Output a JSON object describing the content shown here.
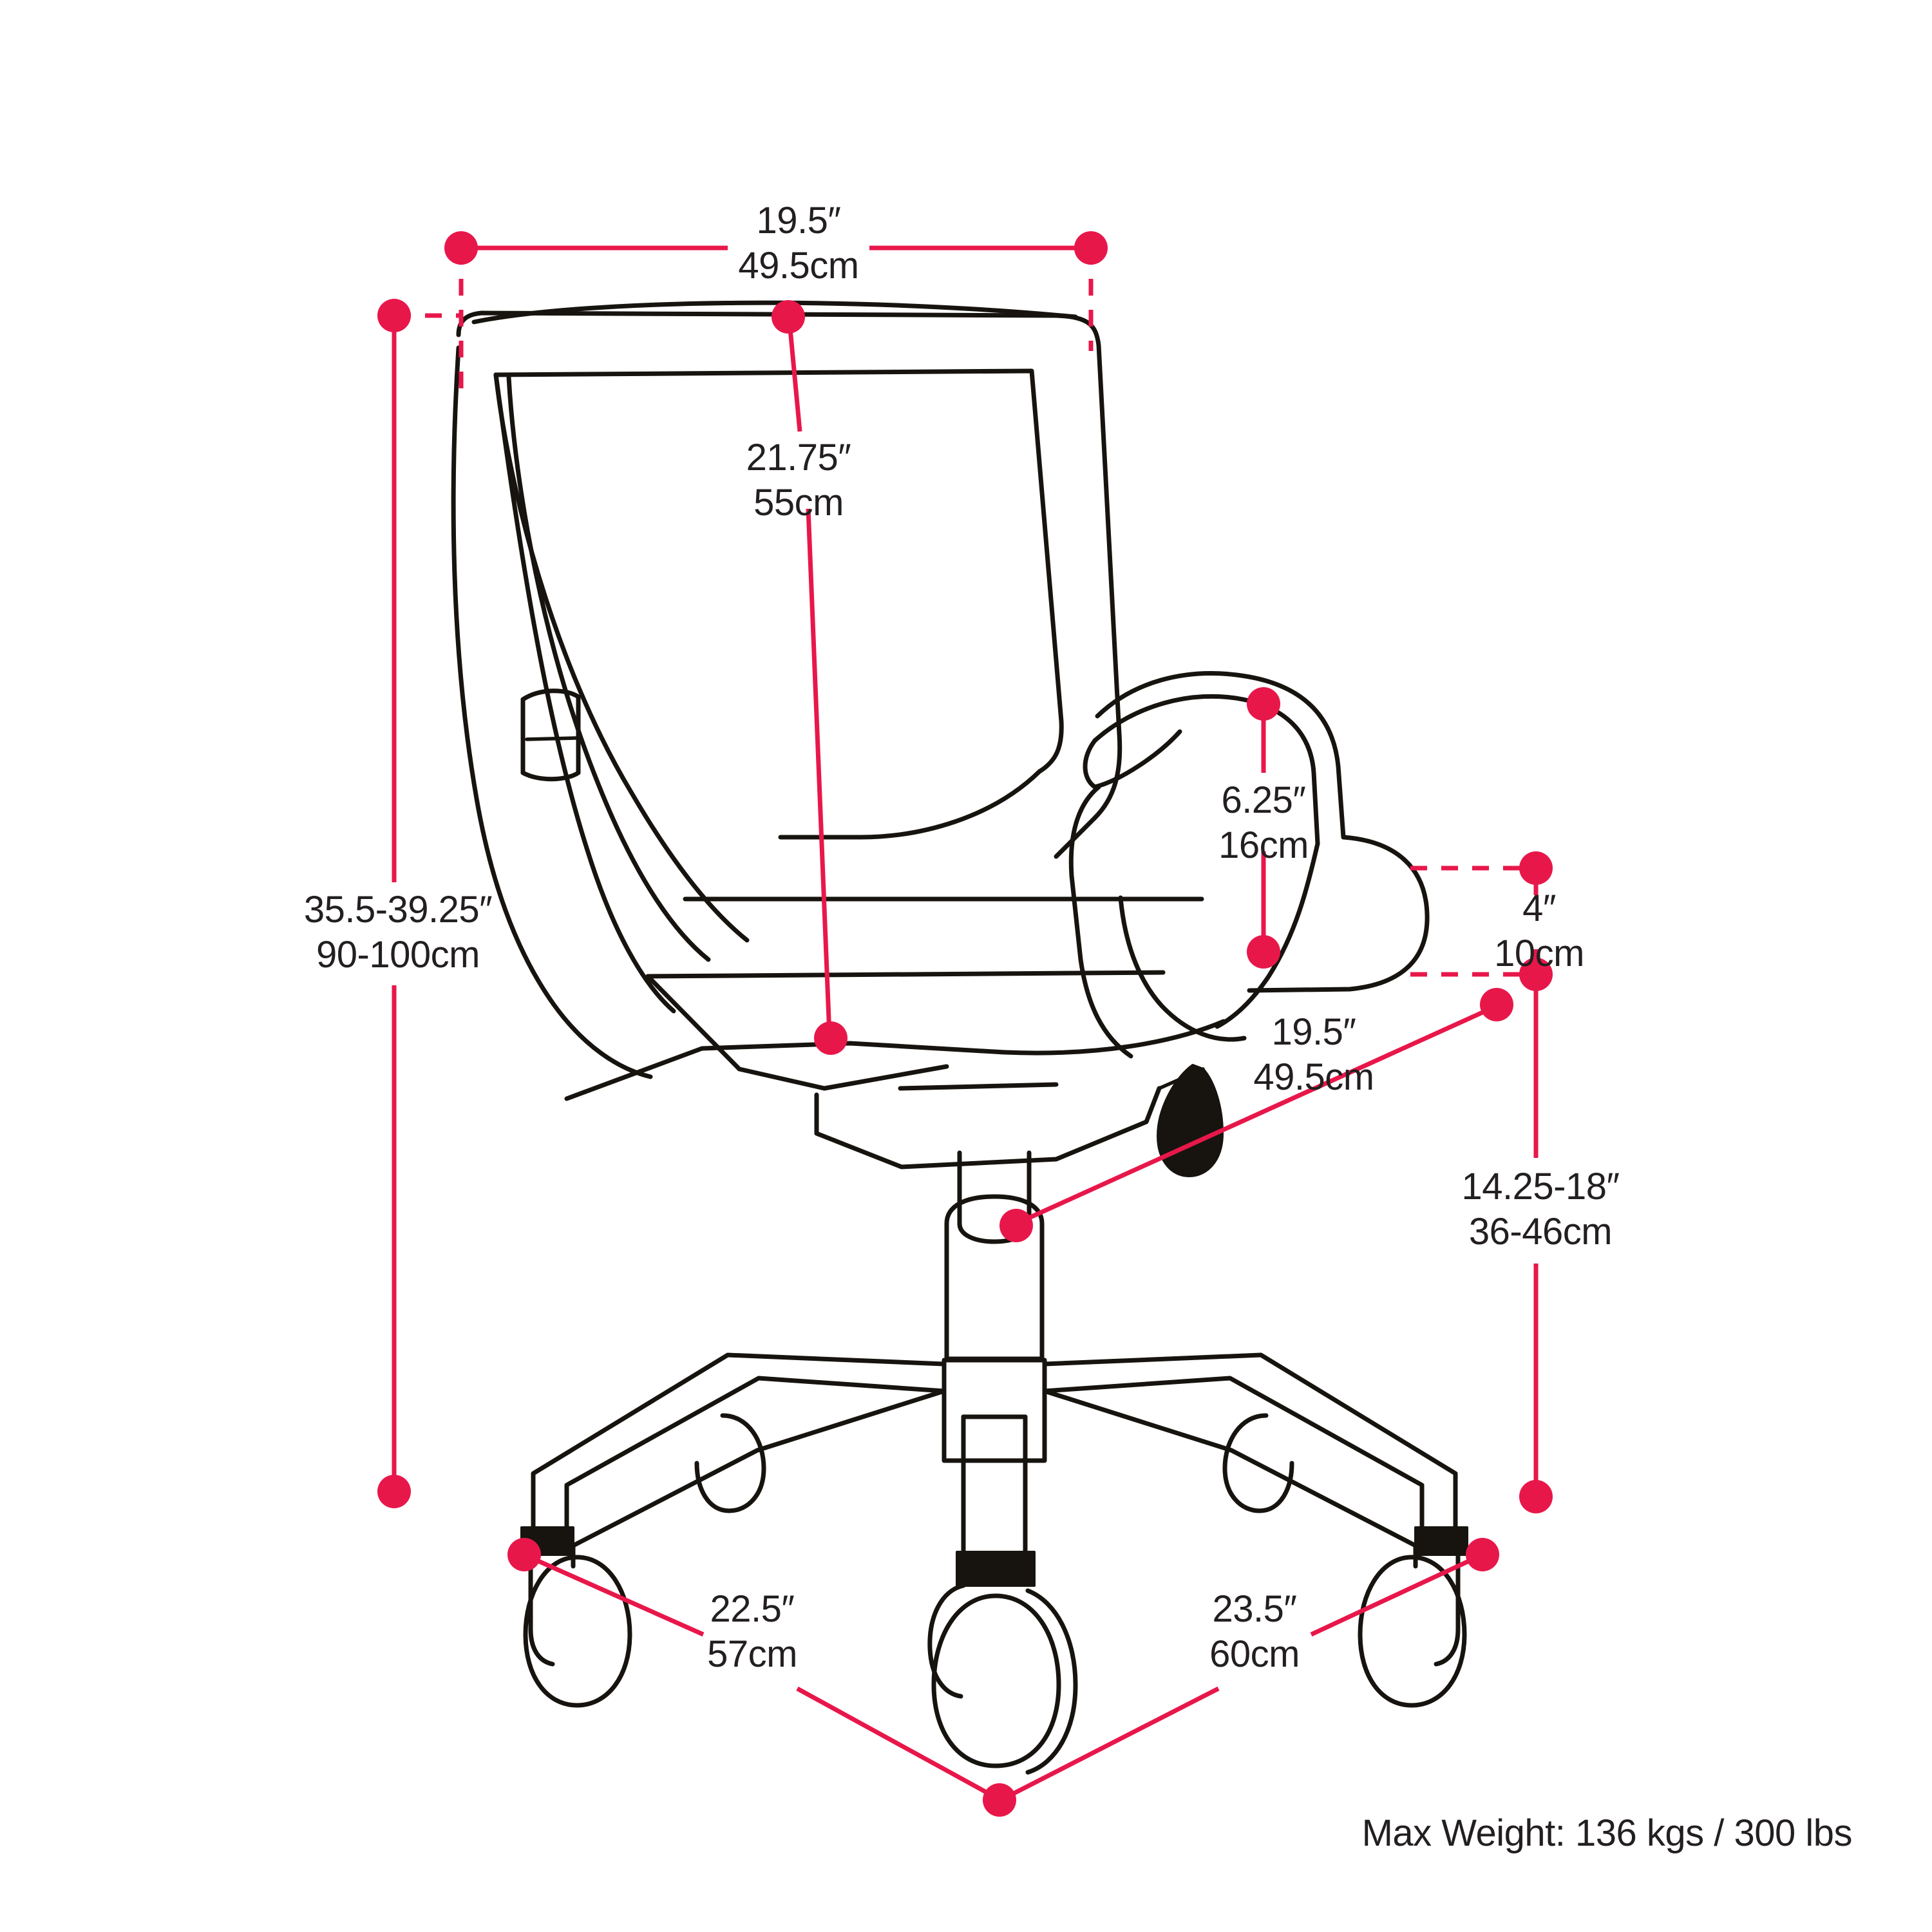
{
  "diagram": {
    "title": "Office chair dimension diagram",
    "subject": "mesh-back task chair, three-quarter rear view",
    "accent_color": "#e8174a",
    "line_color": "#17140f",
    "background_color": "#ffffff"
  },
  "dimensions": {
    "overall_width": {
      "imperial": "19.5″",
      "metric": "49.5cm"
    },
    "back_height": {
      "imperial": "21.75″",
      "metric": "55cm"
    },
    "overall_height": {
      "imperial": "35.5-39.25″",
      "metric": "90-100cm"
    },
    "armrest_height": {
      "imperial": "6.25″",
      "metric": "16cm"
    },
    "seat_thickness": {
      "imperial": "4″",
      "metric": "10cm"
    },
    "seat_depth": {
      "imperial": "19.5″",
      "metric": "49.5cm"
    },
    "seat_height": {
      "imperial": "14.25-18″",
      "metric": "36-46cm"
    },
    "base_depth": {
      "imperial": "22.5″",
      "metric": "57cm"
    },
    "base_width": {
      "imperial": "23.5″",
      "metric": "60cm"
    }
  },
  "notes": {
    "max_weight": "Max Weight: 136 kgs / 300 lbs"
  }
}
